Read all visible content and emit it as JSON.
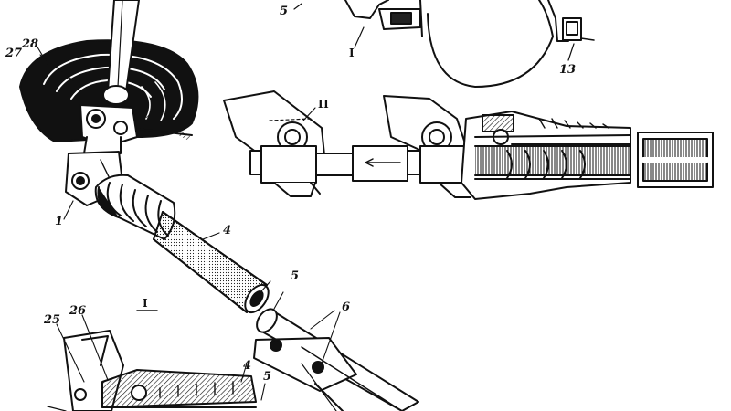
{
  "labels": {
    "l27": "27",
    "l28": "28",
    "l5_top": "5",
    "l13": "13",
    "l_I_top": "I",
    "l_II": "II",
    "l1": "1",
    "l4_mid": "4",
    "l5_mid": "5",
    "l6": "6",
    "l_I_inset": "I",
    "l25": "25",
    "l26": "26",
    "l4_bottom": "4",
    "l5_bottom": "5"
  }
}
